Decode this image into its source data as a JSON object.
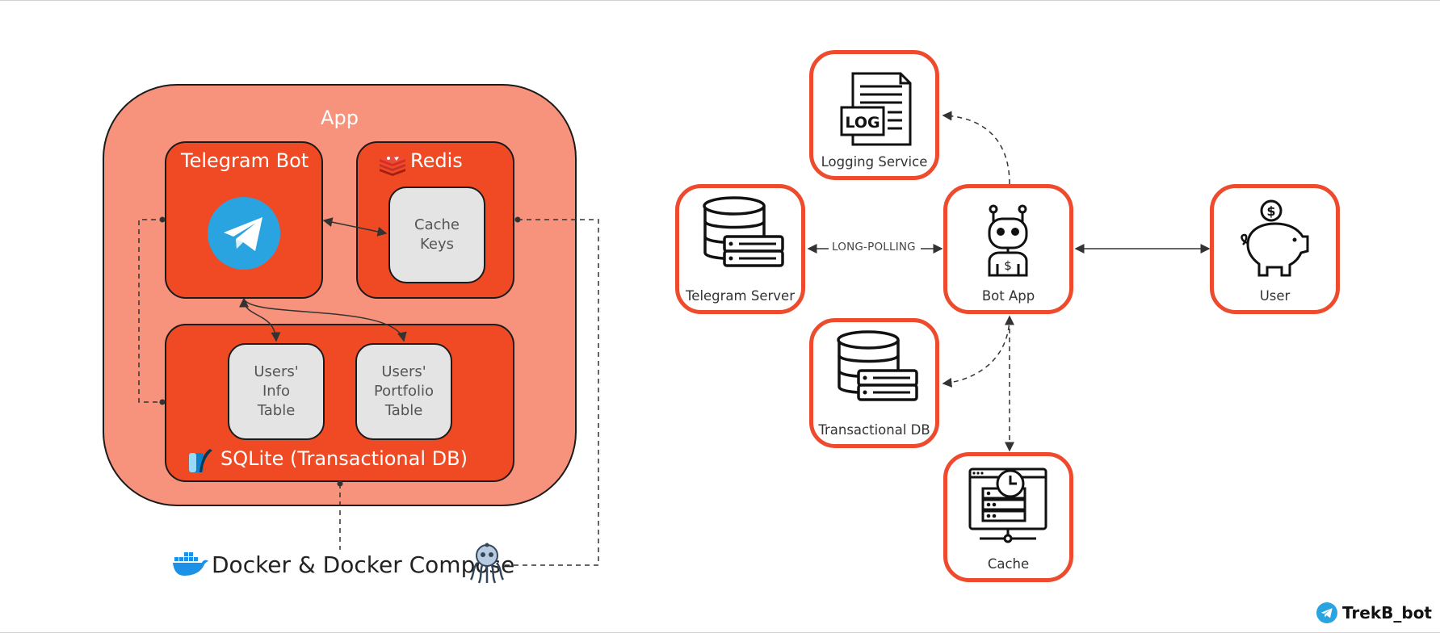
{
  "architecture": {
    "app_title": "App",
    "telegram_bot_title": "Telegram Bot",
    "redis_title": "Redis",
    "cache_keys_label": "Cache\nKeys",
    "users_info_label": "Users'\nInfo\nTable",
    "users_portfolio_label": "Users'\nPortfolio\nTable",
    "sqlite_title": "SQLite (Transactional DB)",
    "docker_label": "Docker & Docker Compose"
  },
  "flow": {
    "logging_service": "Logging Service",
    "telegram_server": "Telegram Server",
    "bot_app": "Bot App",
    "user": "User",
    "transactional_db": "Transactional DB",
    "cache": "Cache",
    "long_polling": "LONG-POLLING",
    "log_icon_text": "LOG"
  },
  "footer": {
    "brand": "TrekB_bot"
  },
  "colors": {
    "app_bg": "#f7937d",
    "panel_bg": "#f04a25",
    "node_border": "#ee4a2e",
    "telegram_blue": "#29a4e0",
    "gray_box": "#e4e4e4"
  },
  "icons": [
    "telegram-icon",
    "redis-icon",
    "sqlite-icon",
    "docker-icon",
    "octopus-icon",
    "log-icon",
    "database-icon",
    "robot-icon",
    "piggy-bank-icon",
    "cache-server-icon"
  ]
}
